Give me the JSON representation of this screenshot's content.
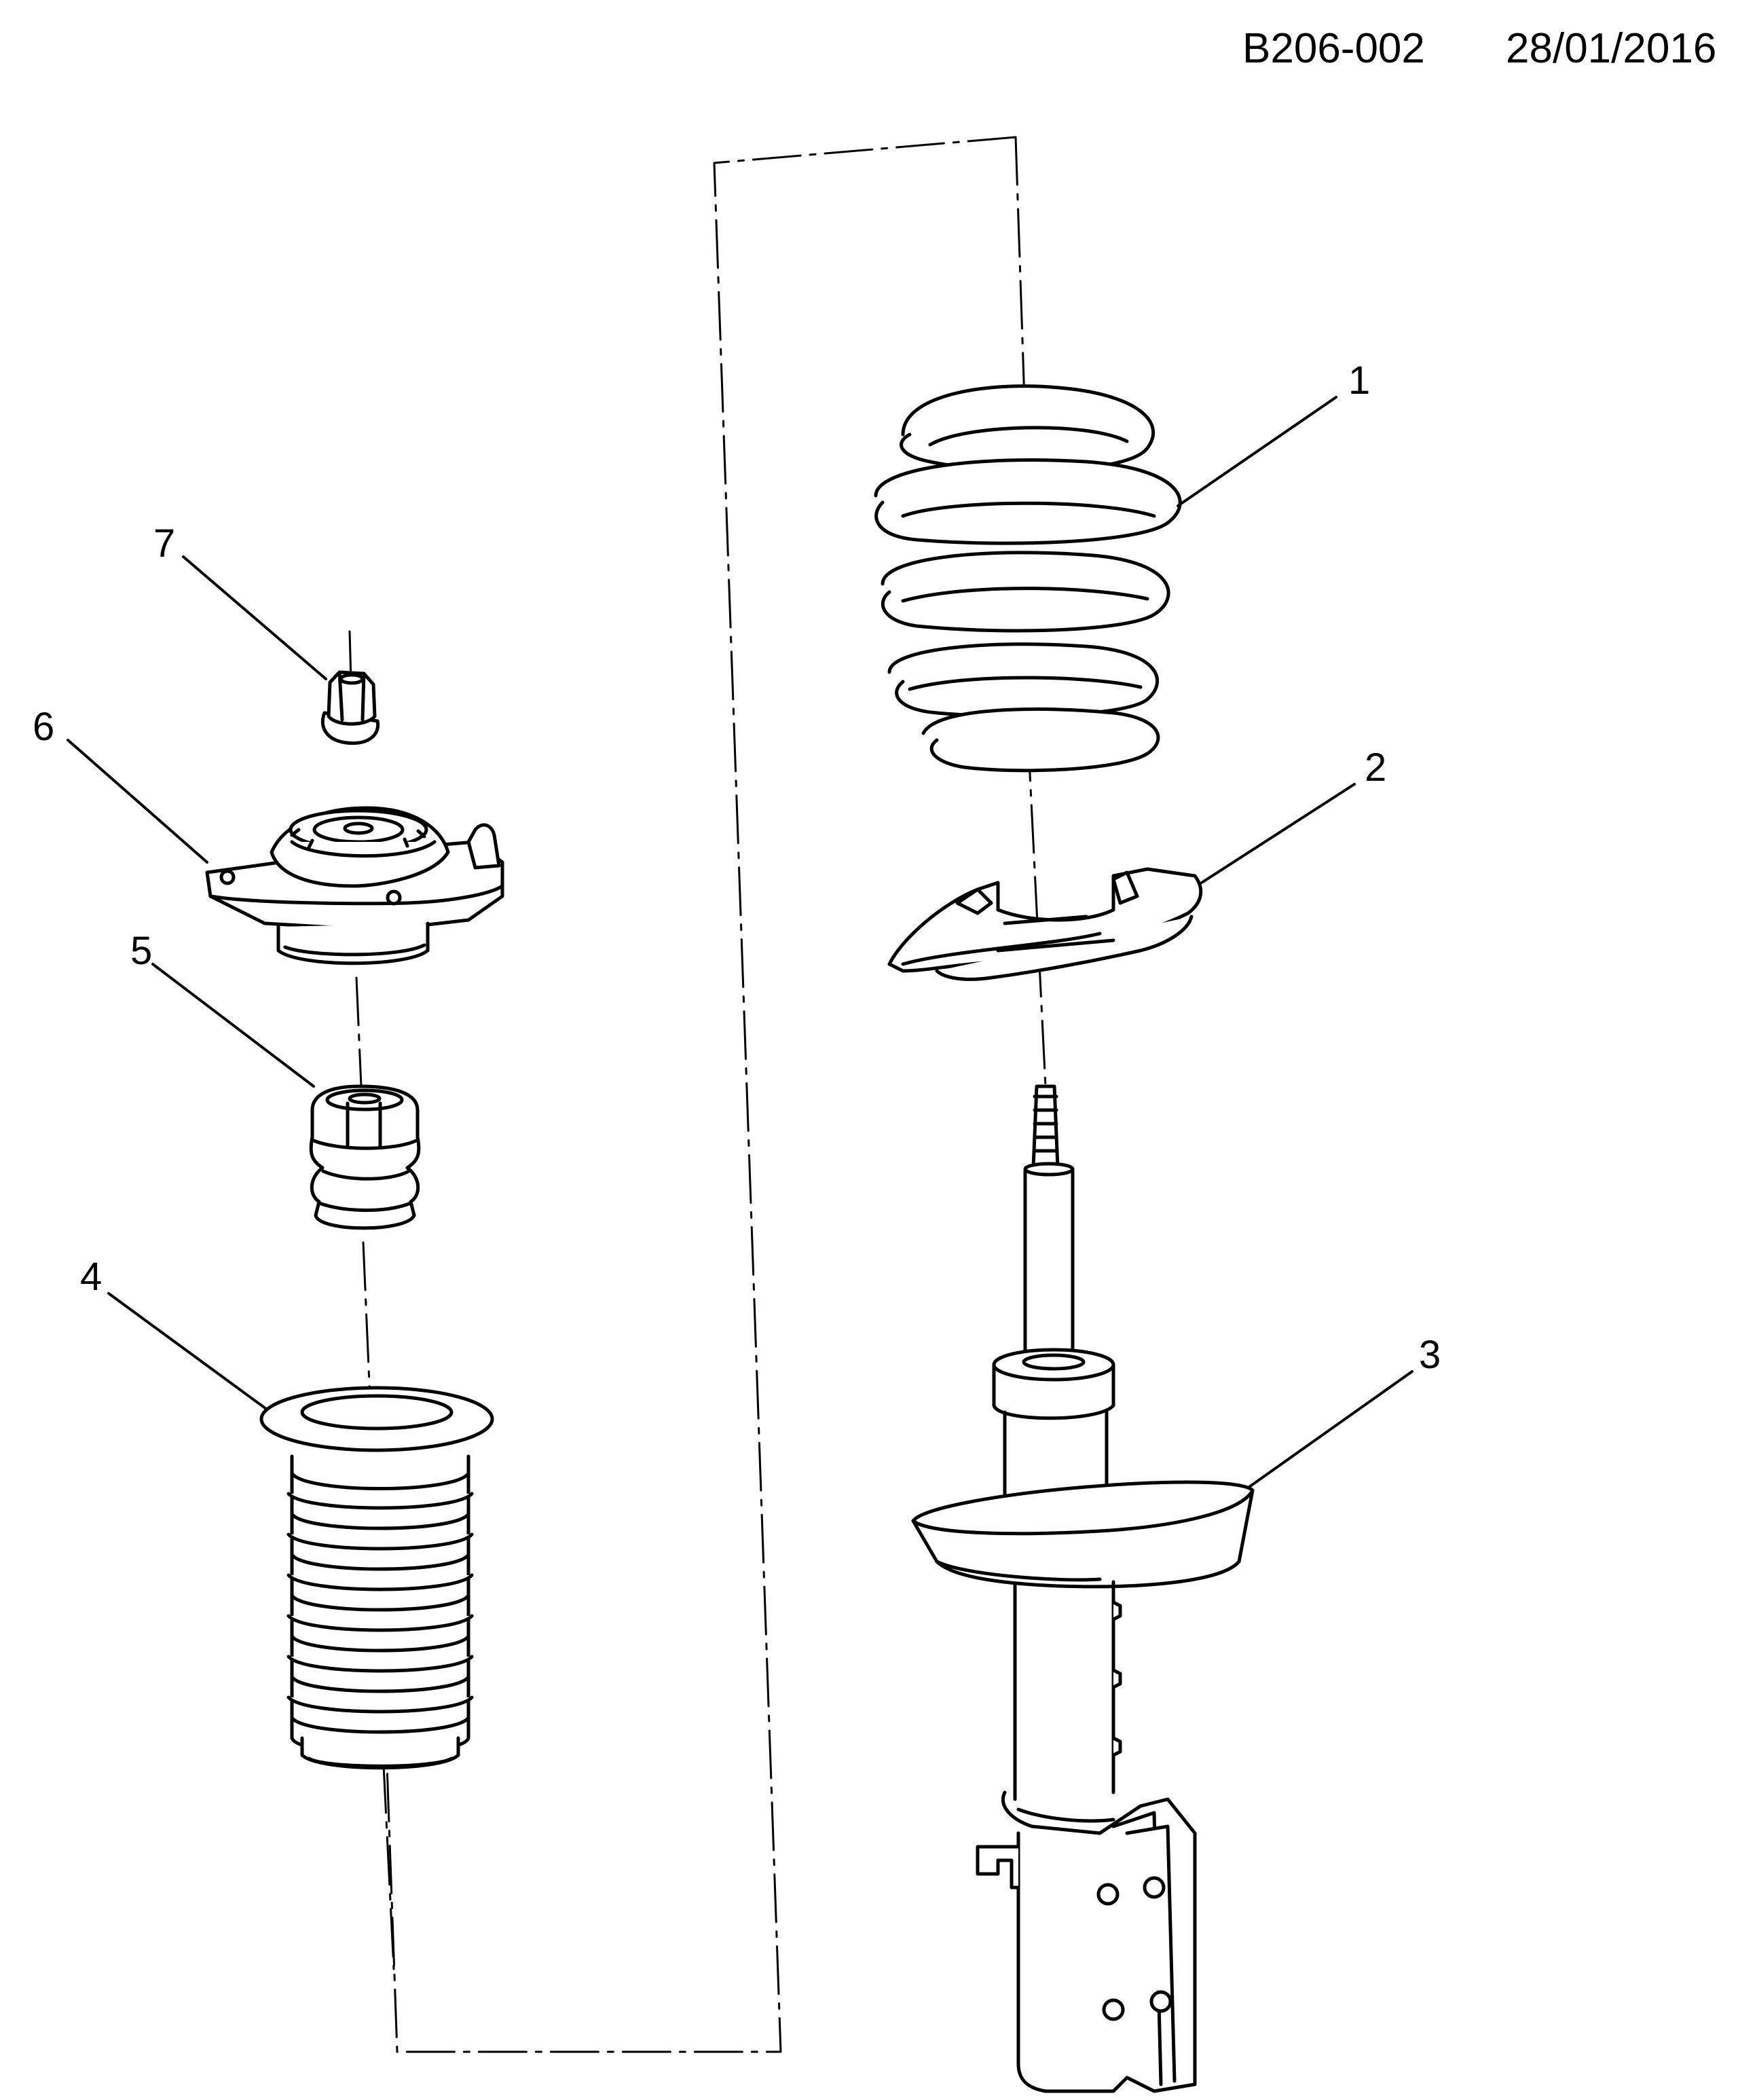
{
  "header": {
    "diagram_code": "B206-002",
    "date": "28/01/2016"
  },
  "callouts": {
    "c1": "1",
    "c2": "2",
    "c3": "3",
    "c4": "4",
    "c5": "5",
    "c6": "6",
    "c7": "7"
  },
  "colors": {
    "line": "#000000",
    "fill": "#ffffff"
  }
}
